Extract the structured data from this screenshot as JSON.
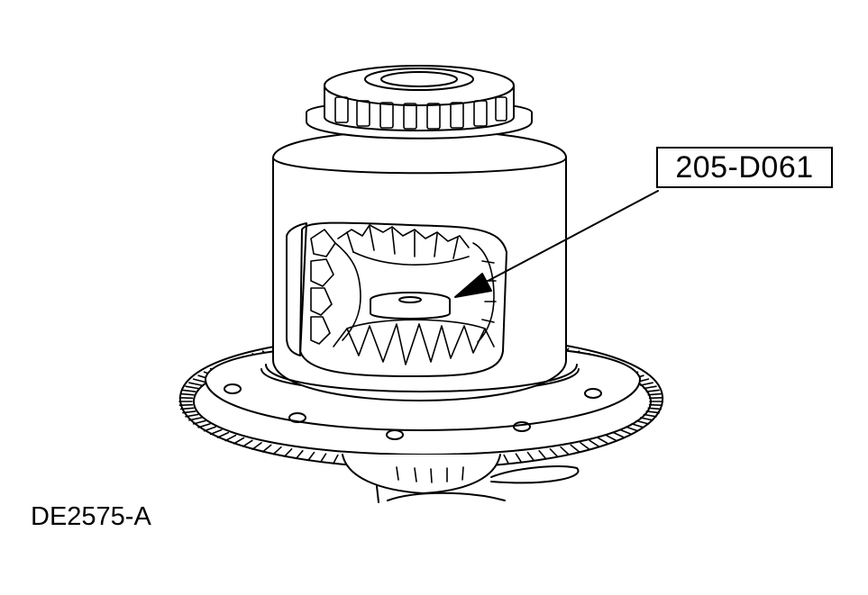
{
  "callout": {
    "tool_number": "205-D061"
  },
  "figure": {
    "id": "DE2575-A"
  },
  "colors": {
    "line": "#000000",
    "background": "#ffffff"
  },
  "icons": [
    "differential-case-illustration",
    "arrow-pointer"
  ]
}
